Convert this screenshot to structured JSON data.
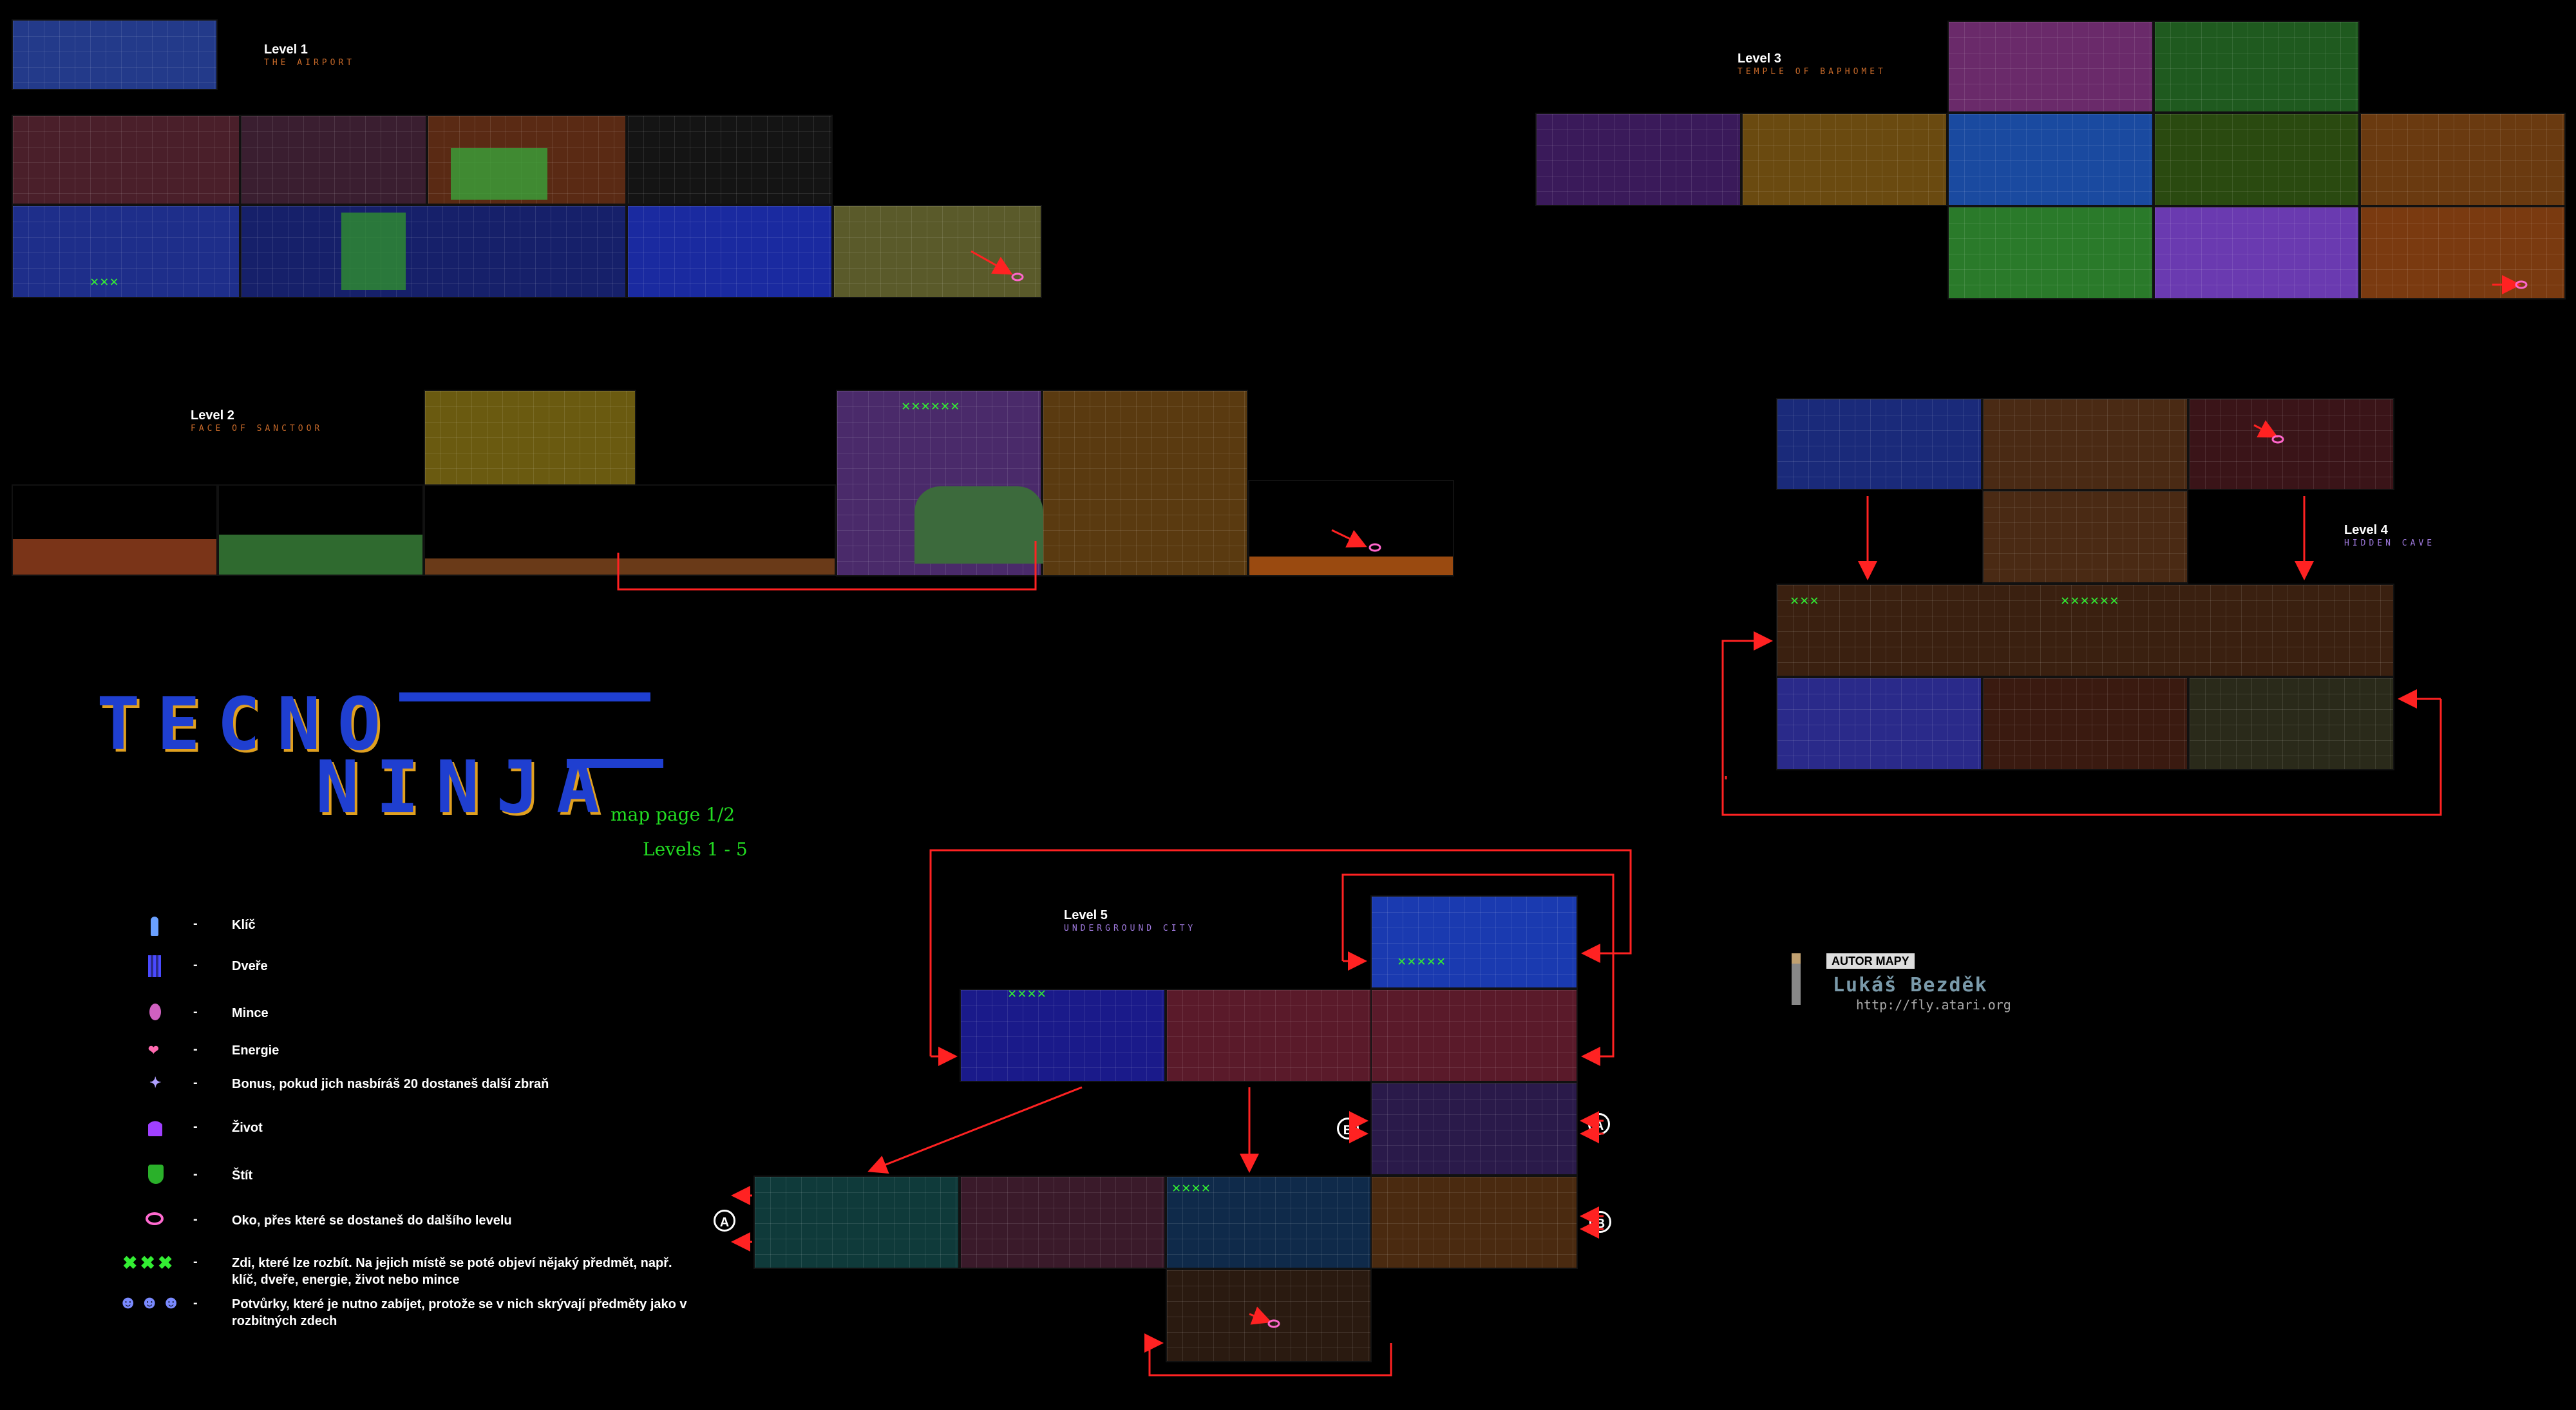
{
  "levels": [
    {
      "label": "Level 1",
      "subtitle": "THE AIRPORT"
    },
    {
      "label": "Level 2",
      "subtitle": "FACE OF SANCTOOR"
    },
    {
      "label": "Level 3",
      "subtitle": "TEMPLE OF BAPHOMET"
    },
    {
      "label": "Level 4",
      "subtitle": "HIDDEN CAVE"
    },
    {
      "label": "Level 5",
      "subtitle": "UNDERGROUND CITY"
    }
  ],
  "logo": {
    "line1": "TECNO",
    "line2": "NINJA"
  },
  "page": {
    "title": "map page  1/2",
    "levels": "Levels 1 - 5"
  },
  "legend": [
    {
      "icon": "key-icon",
      "sep": "-",
      "text": "Klíč"
    },
    {
      "icon": "door-icon",
      "sep": "-",
      "text": "Dveře"
    },
    {
      "icon": "coin-icon",
      "sep": "-",
      "text": "Mince"
    },
    {
      "icon": "energy-icon",
      "sep": "-",
      "text": "Energie"
    },
    {
      "icon": "bonus-icon",
      "sep": "-",
      "text": "Bonus, pokud jich nasbíráš 20 dostaneš další zbraň"
    },
    {
      "icon": "life-potion-icon",
      "sep": "-",
      "text": "Život"
    },
    {
      "icon": "shield-icon",
      "sep": "-",
      "text": "Štít"
    },
    {
      "icon": "eye-portal-icon",
      "sep": "-",
      "text": "Oko, přes které se dostaneš do dalšího levelu"
    },
    {
      "icon": "breakable-wall-icon",
      "sep": "-",
      "text": "Zdi, které lze rozbít. Na jejich místě se poté objeví nějaký předmět, např. klíč, dveře, energie, život nebo mince"
    },
    {
      "icon": "monster-icon",
      "sep": "-",
      "text": "Potvůrky, které je nutno zabíjet, protože se v nich skrývají předměty jako v rozbitných zdech"
    }
  ],
  "author": {
    "badge": "AUTOR MAPY",
    "name": "Lukáš Bezděk",
    "url": "http://fly.atari.org"
  },
  "markers": {
    "a": "A",
    "b": "B"
  },
  "colors": {
    "background": "#000000",
    "arrow": "#ff2222",
    "breakable": "#33ee33",
    "logo": "#1f3fd0",
    "logo_accent": "#e0a020"
  }
}
